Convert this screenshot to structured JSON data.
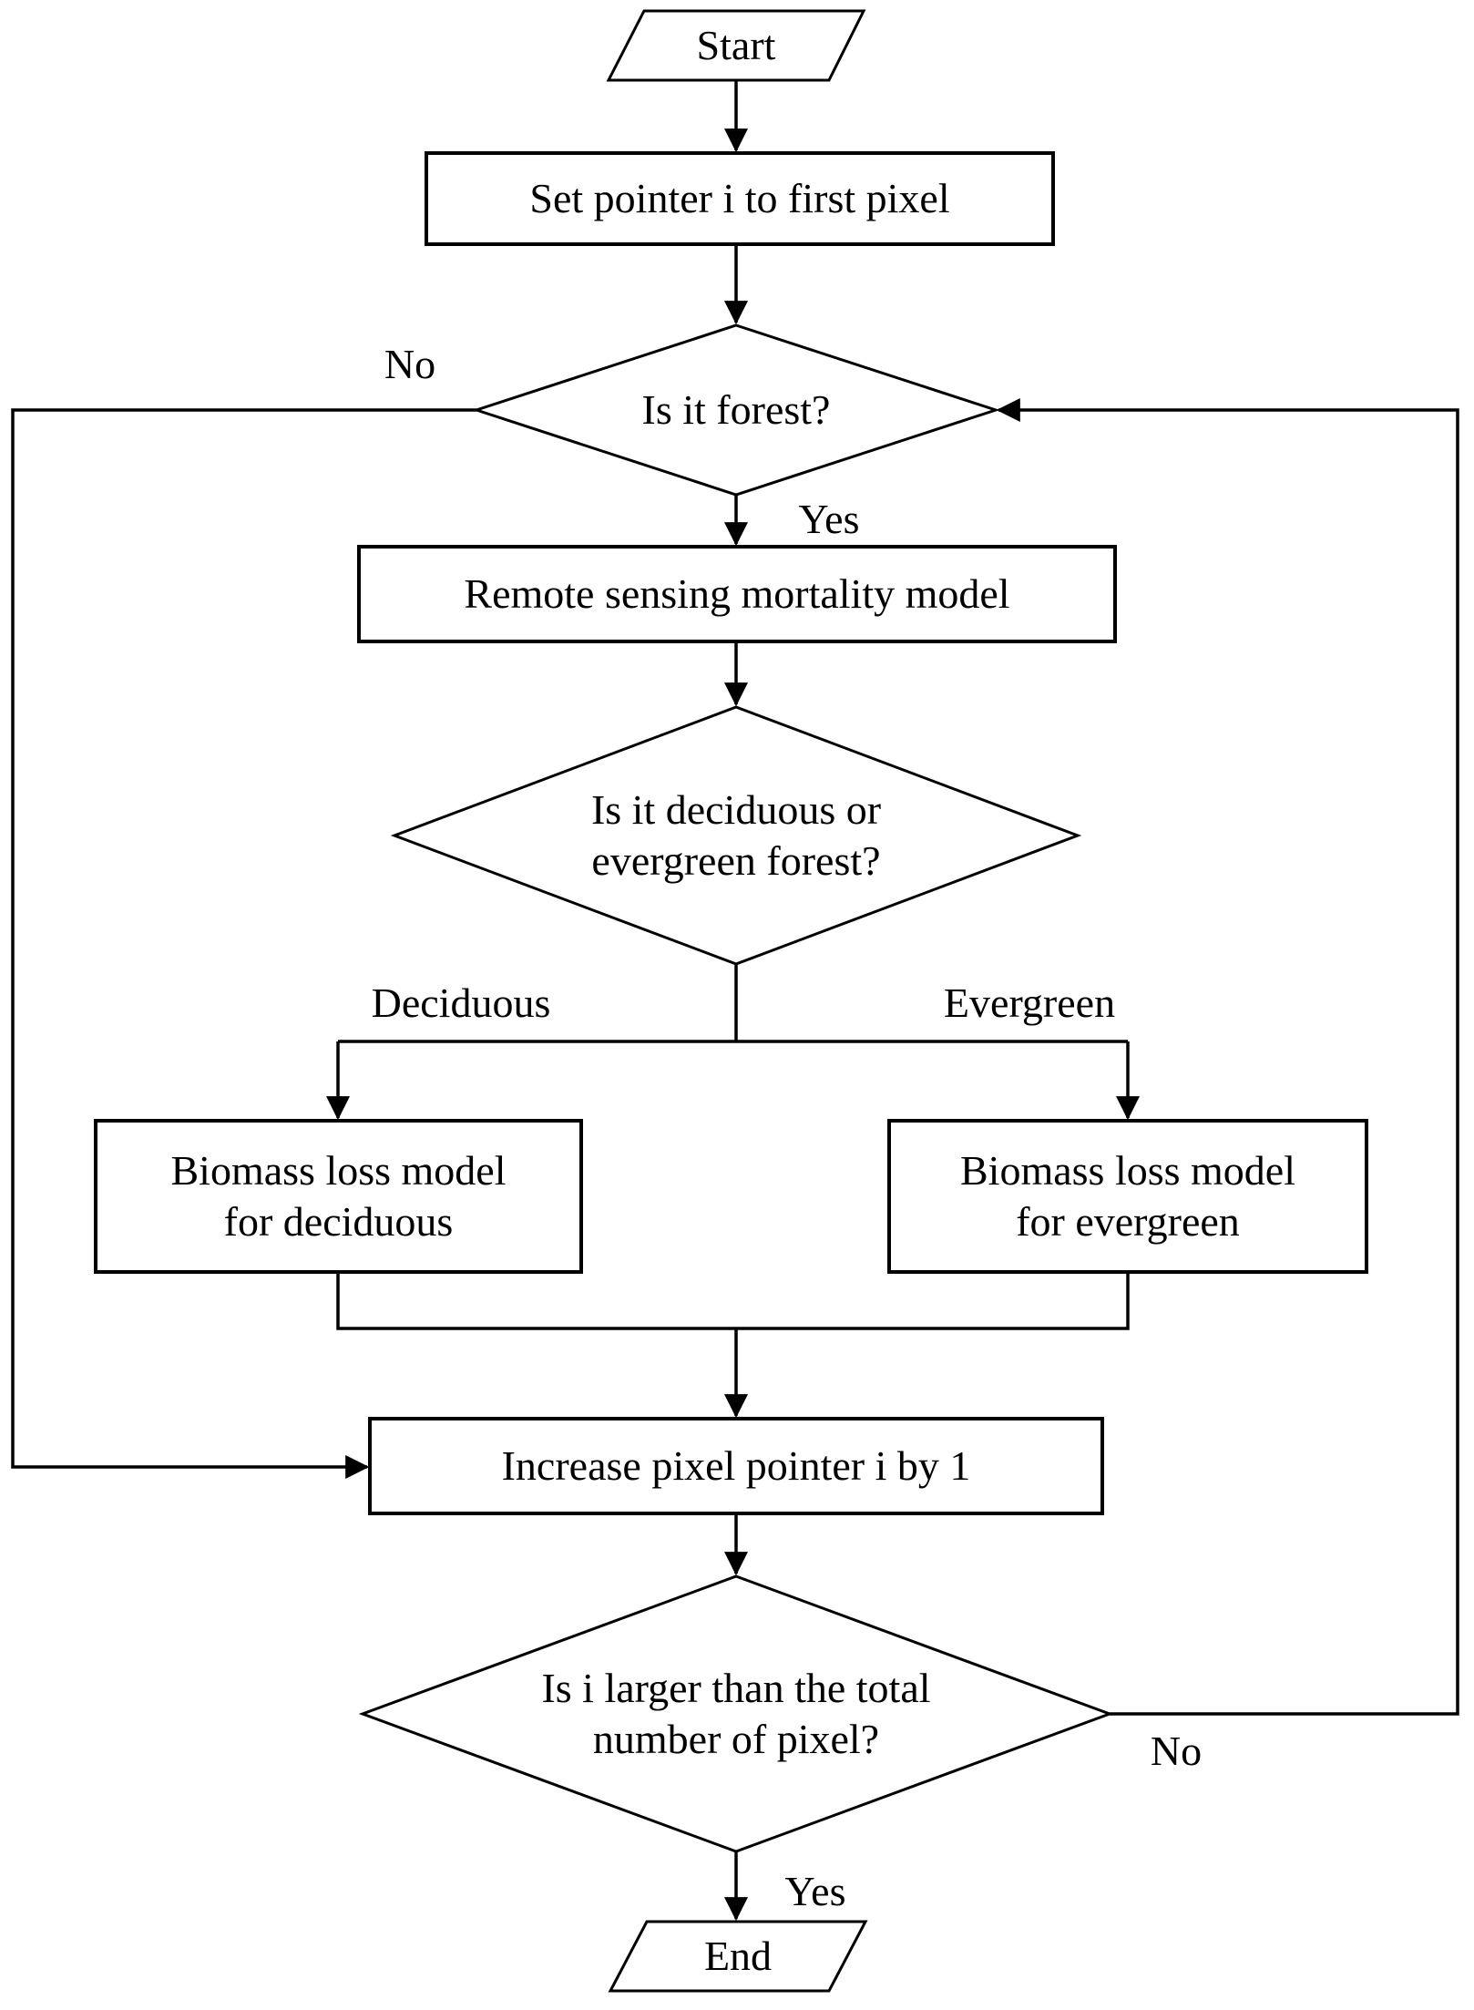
{
  "diagram": {
    "type": "flowchart",
    "background_color": "#ffffff",
    "stroke_color": "#000000",
    "nodes": {
      "start": {
        "shape": "parallelogram",
        "label": "Start"
      },
      "set_pointer": {
        "shape": "process",
        "label": "Set pointer i to first pixel"
      },
      "is_forest": {
        "shape": "decision",
        "label": "Is it forest?"
      },
      "remote_sensing": {
        "shape": "process",
        "label": "Remote sensing mortality model"
      },
      "deciduous_or_evergreen": {
        "shape": "decision",
        "lines": [
          "Is it deciduous or",
          "evergreen forest?"
        ]
      },
      "biomass_deciduous": {
        "shape": "process",
        "lines": [
          "Biomass loss model",
          "for deciduous"
        ]
      },
      "biomass_evergreen": {
        "shape": "process",
        "lines": [
          "Biomass loss model",
          "for evergreen"
        ]
      },
      "increase_pointer": {
        "shape": "process",
        "label": "Increase pixel pointer i by 1"
      },
      "is_last_pixel": {
        "shape": "decision",
        "lines": [
          "Is i larger than the total",
          "number of pixel?"
        ]
      },
      "end": {
        "shape": "parallelogram",
        "label": "End"
      }
    },
    "edge_labels": {
      "is_forest_no": "No",
      "is_forest_yes": "Yes",
      "branch_deciduous": "Deciduous",
      "branch_evergreen": "Evergreen",
      "is_last_pixel_no": "No",
      "is_last_pixel_yes": "Yes"
    }
  }
}
